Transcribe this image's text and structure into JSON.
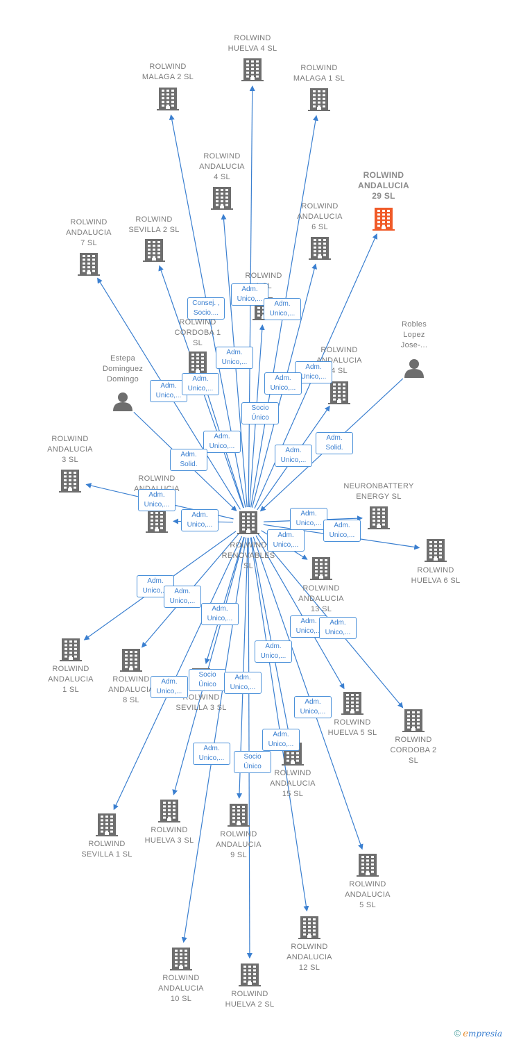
{
  "colors": {
    "edge": "#3a7fd0",
    "building": "#6e6e6e",
    "highlight": "#f05a28",
    "person": "#6e6e6e",
    "label": "#7a7a7a"
  },
  "center": {
    "label": "ROLWIND\nRENOVABLES\nSL"
  },
  "nodes": [
    {
      "id": "huelva4",
      "label": "ROLWIND\nHUELVA 4  SL",
      "icon": "building-icon"
    },
    {
      "id": "malaga2",
      "label": "ROLWIND\nMALAGA 2  SL",
      "icon": "building-icon"
    },
    {
      "id": "malaga1",
      "label": "ROLWIND\nMALAGA 1  SL",
      "icon": "building-icon"
    },
    {
      "id": "andalucia4",
      "label": "ROLWIND\nANDALUCIA\n4  SL",
      "icon": "building-icon"
    },
    {
      "id": "andalucia29",
      "label": "ROLWIND\nANDALUCIA\n29  SL",
      "icon": "building-icon"
    },
    {
      "id": "andalucia7",
      "label": "ROLWIND\nANDALUCIA\n7  SL",
      "icon": "building-icon"
    },
    {
      "id": "sevilla2",
      "label": "ROLWIND\nSEVILLA 2  SL",
      "icon": "building-icon"
    },
    {
      "id": "andalucia6",
      "label": "ROLWIND\nANDALUCIA\n6  SL",
      "icon": "building-icon"
    },
    {
      "id": "rolwind1",
      "label": "ROLWIND\n1  SL",
      "icon": "building-icon"
    },
    {
      "id": "cordoba1",
      "label": "ROLWIND\nCORDOBA 1\nSL",
      "icon": "building-icon"
    },
    {
      "id": "robles",
      "label": "Robles\nLopez\nJose-...",
      "icon": "person-icon"
    },
    {
      "id": "estepa",
      "label": "Estepa\nDominguez\nDomingo",
      "icon": "person-icon"
    },
    {
      "id": "andalucia_x",
      "label": "ROLWIND\nANDALUCIA\n4  SL",
      "icon": "building-icon"
    },
    {
      "id": "andalucia3",
      "label": "ROLWIND\nANDALUCIA\n3  SL",
      "icon": "building-icon"
    },
    {
      "id": "andalucia_y",
      "label": "ROLWIND\nANDALUCIA",
      "icon": "building-icon"
    },
    {
      "id": "neuron",
      "label": "NEURONBATTERY\nENERGY  SL",
      "icon": "building-icon"
    },
    {
      "id": "huelva6",
      "label": "ROLWIND\nHUELVA 6  SL",
      "icon": "building-icon"
    },
    {
      "id": "andalucia13",
      "label": "ROLWIND\nANDALUCIA\n13  SL",
      "icon": "building-icon"
    },
    {
      "id": "andalucia1",
      "label": "ROLWIND\nANDALUCIA\n1  SL",
      "icon": "building-icon"
    },
    {
      "id": "andalucia8",
      "label": "ROLWIND\nANDALUCIA\n8  SL",
      "icon": "building-icon"
    },
    {
      "id": "sevilla3",
      "label": "ROLWIND\nSEVILLA 3  SL",
      "icon": "building-icon"
    },
    {
      "id": "huelva5",
      "label": "ROLWIND\nHUELVA 5  SL",
      "icon": "building-icon"
    },
    {
      "id": "cordoba2",
      "label": "ROLWIND\nCORDOBA 2\nSL",
      "icon": "building-icon"
    },
    {
      "id": "andalucia15",
      "label": "ROLWIND\nANDALUCIA\n15  SL",
      "icon": "building-icon"
    },
    {
      "id": "sevilla1",
      "label": "ROLWIND\nSEVILLA 1  SL",
      "icon": "building-icon"
    },
    {
      "id": "huelva3",
      "label": "ROLWIND\nHUELVA 3  SL",
      "icon": "building-icon"
    },
    {
      "id": "andalucia9",
      "label": "ROLWIND\nANDALUCIA\n9  SL",
      "icon": "building-icon"
    },
    {
      "id": "andalucia5",
      "label": "ROLWIND\nANDALUCIA\n5  SL",
      "icon": "building-icon"
    },
    {
      "id": "andalucia12",
      "label": "ROLWIND\nANDALUCIA\n12  SL",
      "icon": "building-icon"
    },
    {
      "id": "andalucia10",
      "label": "ROLWIND\nANDALUCIA\n10  SL",
      "icon": "building-icon"
    },
    {
      "id": "huelva2",
      "label": "ROLWIND\nHUELVA 2  SL",
      "icon": "building-icon"
    }
  ],
  "edge_labels": [
    "Consej. ,\nSocio....",
    "Adm.\nUnico,...",
    "Adm.\nUnico,...",
    "Adm.\nUnico,...",
    "Adm.\nUnico,...",
    "Adm.\nUnico,...",
    "Adm.\nUnico,...",
    "Adm.\nUnico,...",
    "Socio\nÚnico",
    "Adm.\nUnico,...",
    "Adm.\nSolid.",
    "Adm.\nUnico,...",
    "Adm.\nSolid.",
    "Adm.\nUnico,...",
    "Adm.\nUnico,...",
    "Adm.\nUnico,...",
    "Adm.\nUnico,...",
    "Adm.\nUnico,...",
    "Adm.\nUnico,...",
    "Adm.\nUnico,...",
    "Adm.\nUnico,...",
    "Adm.\nUnico,...",
    "Adm.\nUnico,...",
    "Adm.\nUnico,...",
    "Adm.\nUnico,...",
    "Socio\nÚnico",
    "Adm.\nUnico,...",
    "Adm.\nUnico,...",
    "Adm.\nUnico,...",
    "Adm.\nUnico,...",
    "Socio\nÚnico"
  ],
  "footer": {
    "copyright": "©",
    "brand_e": "e",
    "brand_rest": "mpresia"
  }
}
